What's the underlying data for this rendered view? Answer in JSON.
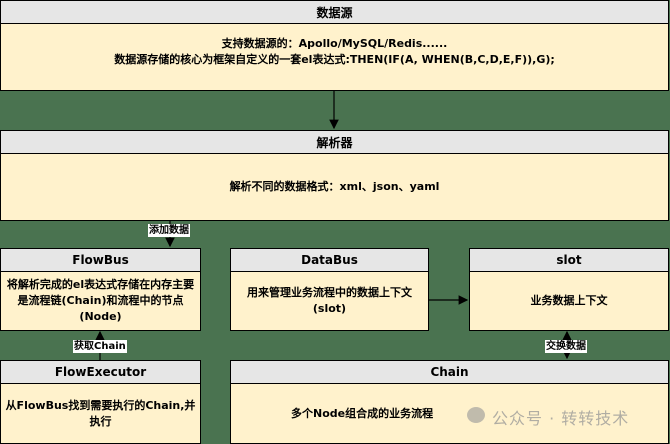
{
  "datasource": {
    "title": "数据源",
    "lines": [
      "支持数据源的：Apollo/MySQL/Redis......",
      "数据源存储的核心为框架自定义的一套el表达式:THEN(IF(A, WHEN(B,C,D,E,F)),G);"
    ]
  },
  "parser": {
    "title": "解析器",
    "text": "解析不同的数据格式：xml、json、yaml"
  },
  "flowbus": {
    "title": "FlowBus",
    "text": "将解析完成的el表达式存储在内存主要是流程链(Chain)和流程中的节点(Node)"
  },
  "databus": {
    "title": "DataBus",
    "text": "用来管理业务流程中的数据上下文(slot)"
  },
  "slot": {
    "title": "slot",
    "text": "业务数据上下文"
  },
  "flowexecutor": {
    "title": "FlowExecutor",
    "text": "从FlowBus找到需要执行的Chain,并执行"
  },
  "chain": {
    "title": "Chain",
    "text": "多个Node组合成的业务流程"
  },
  "edges": {
    "add_data": "添加数据",
    "get_chain": "获取Chain",
    "exchange_data": "交换数据"
  },
  "watermark": "公众号 · 转转技术"
}
